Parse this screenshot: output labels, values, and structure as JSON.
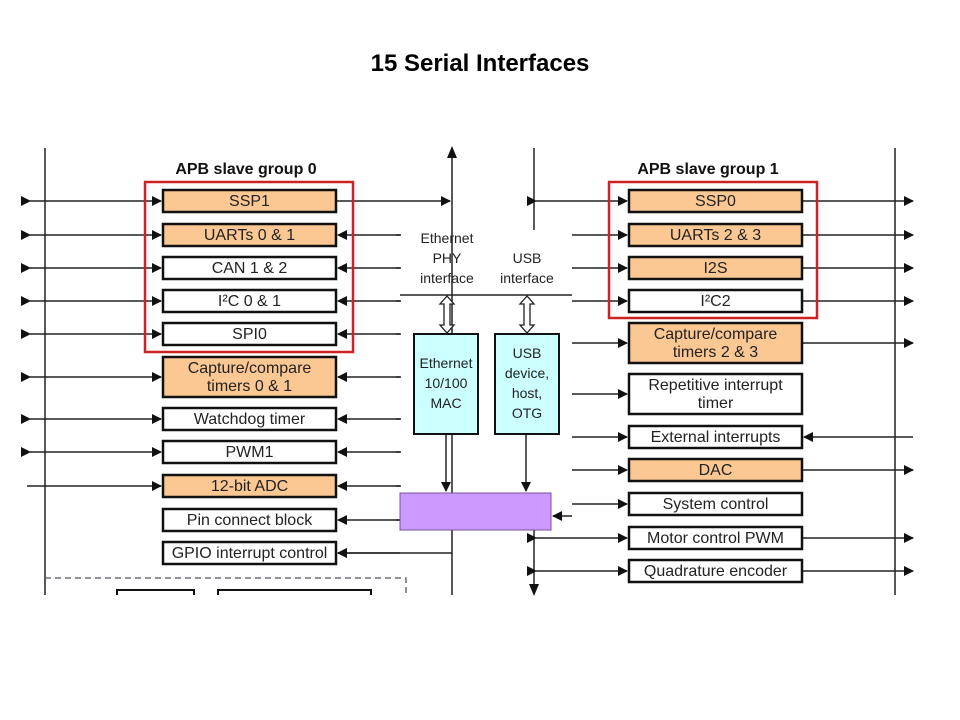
{
  "slide": {
    "title": "15 Serial Interfaces"
  },
  "colors": {
    "serial_fill": "#fbc792",
    "plain_fill": "#ffffff",
    "mac_fill": "#ccffff",
    "bus_fill": "#cc99ff",
    "highlight": "#cc2222"
  },
  "group0": {
    "label": "APB slave group 0",
    "blocks": [
      {
        "label": "SSP1",
        "serial": true,
        "highlighted": true
      },
      {
        "label": "UARTs 0 & 1",
        "serial": true,
        "highlighted": true
      },
      {
        "label": "CAN 1 & 2",
        "serial": false,
        "highlighted": true
      },
      {
        "label": "I²C 0 & 1",
        "serial": false,
        "highlighted": true
      },
      {
        "label": "SPI0",
        "serial": false,
        "highlighted": true
      },
      {
        "label": "Capture/compare|timers 0 & 1",
        "serial": true,
        "highlighted": false
      },
      {
        "label": "Watchdog timer",
        "serial": false,
        "highlighted": false
      },
      {
        "label": "PWM1",
        "serial": false,
        "highlighted": false
      },
      {
        "label": "12-bit ADC",
        "serial": true,
        "highlighted": false
      },
      {
        "label": "Pin connect block",
        "serial": false,
        "highlighted": false
      },
      {
        "label": "GPIO interrupt control",
        "serial": false,
        "highlighted": false
      }
    ]
  },
  "group1": {
    "label": "APB slave group 1",
    "blocks": [
      {
        "label": "SSP0",
        "serial": true,
        "highlighted": true
      },
      {
        "label": "UARTs 2 & 3",
        "serial": true,
        "highlighted": true
      },
      {
        "label": "I2S",
        "serial": true,
        "highlighted": true
      },
      {
        "label": "I²C2",
        "serial": false,
        "highlighted": true
      },
      {
        "label": "Capture/compare|timers 2 & 3",
        "serial": true,
        "highlighted": false
      },
      {
        "label": "Repetitive interrupt|timer",
        "serial": false,
        "highlighted": false
      },
      {
        "label": "External interrupts",
        "serial": false,
        "highlighted": false
      },
      {
        "label": "DAC",
        "serial": true,
        "highlighted": false
      },
      {
        "label": "System control",
        "serial": false,
        "highlighted": false
      },
      {
        "label": "Motor control PWM",
        "serial": false,
        "highlighted": false
      },
      {
        "label": "Quadrature encoder",
        "serial": false,
        "highlighted": false
      }
    ]
  },
  "center": {
    "eth_phy_label": "Ethernet|PHY|interface",
    "usb_if_label": "USB|interface",
    "eth_mac_label": "Ethernet|10/100|MAC",
    "usb_dev_label": "USB|device,|host,|OTG"
  }
}
